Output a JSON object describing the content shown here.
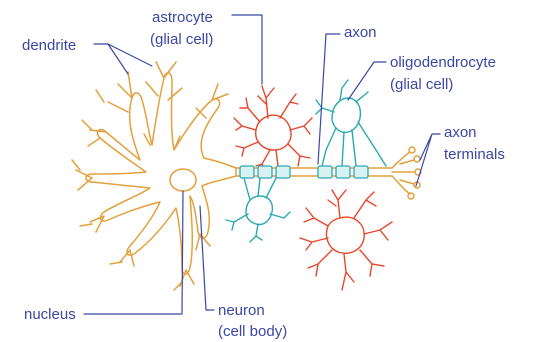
{
  "labels": {
    "astrocyte": [
      "astrocyte",
      "(glial cell)"
    ],
    "axon": "axon",
    "dendrite": "dendrite",
    "oligodendrocyte": [
      "oligodendrocyte",
      "(glial cell)"
    ],
    "axon_terminals": [
      "axon",
      "terminals"
    ],
    "nucleus": "nucleus",
    "neuron": [
      "neuron",
      "(cell body)"
    ]
  },
  "colors": {
    "neuron": "#e3a03c",
    "astrocyte": "#e8462a",
    "oligodendrocyte": "#2aaab0",
    "myelin_fill": "#d8f1f1",
    "label_text": "#3a47a5"
  }
}
